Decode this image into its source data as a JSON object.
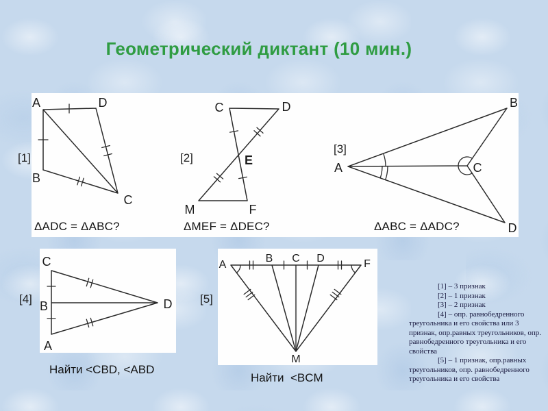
{
  "title": "Геометрический диктант (10 мин.)",
  "figure1": {
    "tag": "[1]",
    "question": "ΔADC = ΔABC?",
    "labels": {
      "A": "A",
      "B": "B",
      "C": "C",
      "D": "D"
    }
  },
  "figure2": {
    "tag": "[2]",
    "question": "ΔMEF = ΔDEC?",
    "labels": {
      "C": "C",
      "D": "D",
      "E": "E",
      "M": "M",
      "F": "F"
    }
  },
  "figure3": {
    "tag": "[3]",
    "question": "ΔABC = ΔADC?",
    "labels": {
      "A": "A",
      "B": "B",
      "C": "C",
      "D": "D"
    }
  },
  "figure4": {
    "tag": "[4]",
    "task": "Найти <CBD, <ABD",
    "labels": {
      "C": "C",
      "B": "B",
      "A": "A",
      "D": "D"
    }
  },
  "figure5": {
    "tag": "[5]",
    "task": "Найти  <BCM",
    "labels": {
      "A": "A",
      "B": "B",
      "C": "C",
      "D": "D",
      "F": "F",
      "M": "M"
    }
  },
  "answers": {
    "items": [
      "[1] – 3 признак",
      "[2] – 1 признак",
      "[3] – 2 признак",
      "[4] – опр. равнобедренного треугольника и его свойства или 3 признак, опр.равных треугольников, опр. равнобедренного треугольника и его свойства",
      "[5] – 1 признак, опр.равных треугольников, опр. равнобедренного треугольника и его свойства"
    ]
  },
  "colors": {
    "title_green": "#2f9c42",
    "background_blue": "#c6d9ed",
    "line_color": "#2b2b2b"
  }
}
